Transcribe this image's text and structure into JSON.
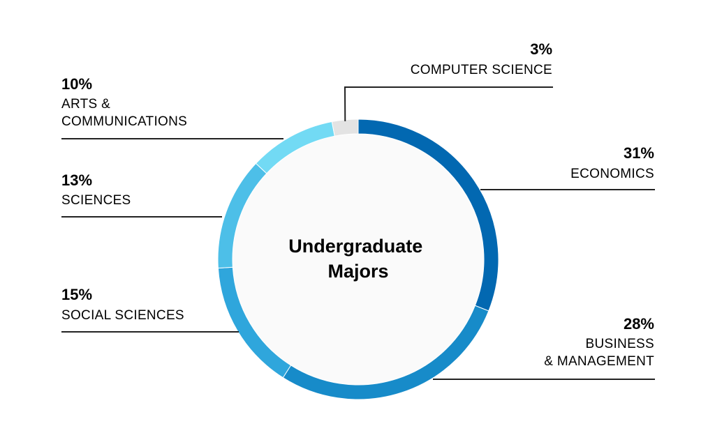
{
  "chart_data": {
    "type": "pie",
    "subtype": "donut",
    "title": "Undergraduate Majors",
    "title_lines": [
      "Undergraduate",
      "Majors"
    ],
    "slices": [
      {
        "label": "ECONOMICS",
        "label_lines": [
          "ECONOMICS"
        ],
        "value": 31,
        "value_label": "31%",
        "color": "#0268B1"
      },
      {
        "label": "BUSINESS & MANAGEMENT",
        "label_lines": [
          "BUSINESS",
          "& MANAGEMENT"
        ],
        "value": 28,
        "value_label": "28%",
        "color": "#178BC9"
      },
      {
        "label": "SOCIAL SCIENCES",
        "label_lines": [
          "SOCIAL SCIENCES"
        ],
        "value": 15,
        "value_label": "15%",
        "color": "#2FA6DC"
      },
      {
        "label": "SCIENCES",
        "label_lines": [
          "SCIENCES"
        ],
        "value": 13,
        "value_label": "13%",
        "color": "#4DBFE8"
      },
      {
        "label": "ARTS & COMMUNICATIONS",
        "label_lines": [
          "ARTS &",
          "COMMUNICATIONS"
        ],
        "value": 10,
        "value_label": "10%",
        "color": "#72DAF4"
      },
      {
        "label": "COMPUTER SCIENCE",
        "label_lines": [
          "COMPUTER SCIENCE"
        ],
        "value": 3,
        "value_label": "3%",
        "color": "#E3E3E3"
      }
    ],
    "start_position": "top",
    "direction": "clockwise",
    "legend": "none"
  }
}
